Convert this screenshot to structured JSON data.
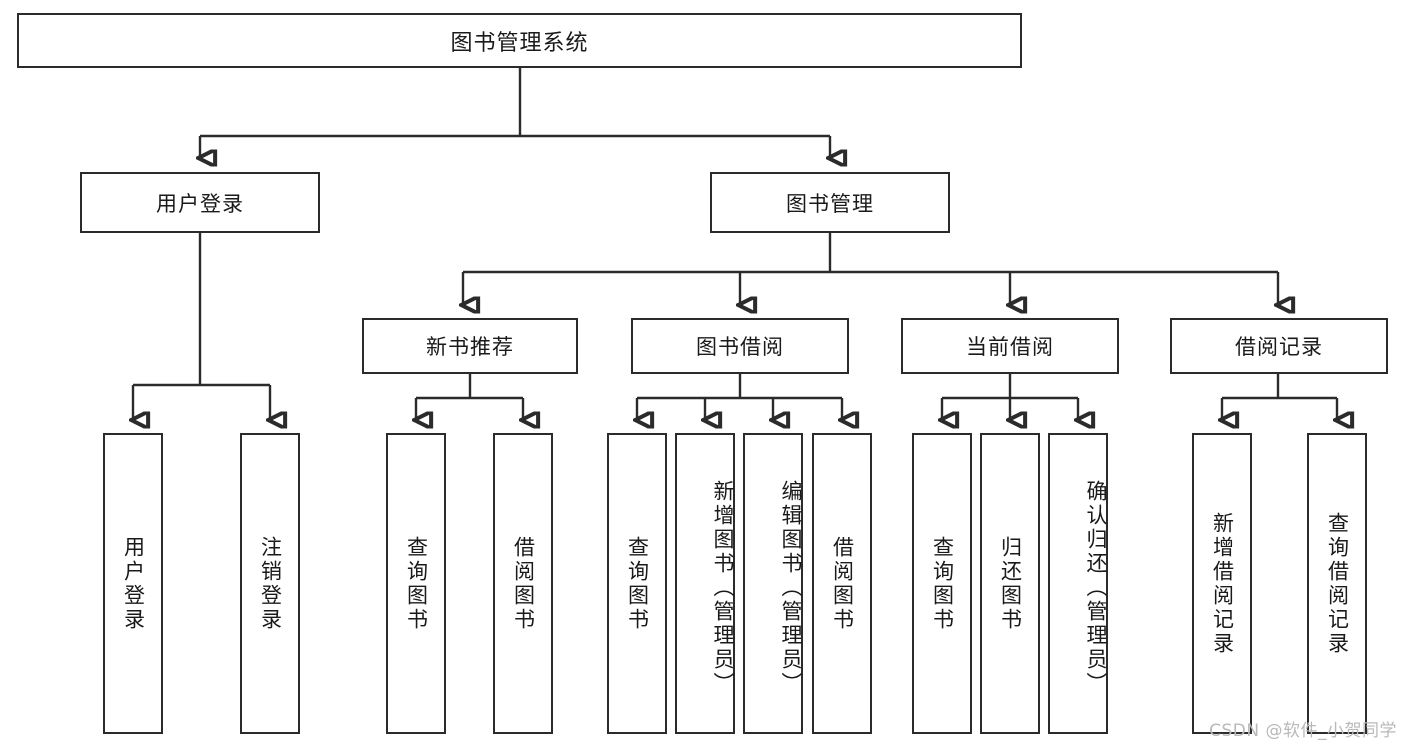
{
  "diagram": {
    "title": "图书管理系统",
    "watermark": "CSDN @软件_小贺同学",
    "line_color": "#2b2b2b",
    "box_fill": "#ffffff",
    "root": {
      "label": "图书管理系统"
    },
    "level2": [
      {
        "label": "用户登录"
      },
      {
        "label": "图书管理"
      }
    ],
    "level3": [
      {
        "label": "新书推荐"
      },
      {
        "label": "图书借阅"
      },
      {
        "label": "当前借阅"
      },
      {
        "label": "借阅记录"
      }
    ],
    "leaves": {
      "user_login": [
        {
          "label": "用户登录"
        },
        {
          "label": "注销登录"
        }
      ],
      "new_book_recommend": [
        {
          "label": "查询图书"
        },
        {
          "label": "借阅图书"
        }
      ],
      "book_borrow": [
        {
          "label": "查询图书"
        },
        {
          "label": "新增图书（管理员）"
        },
        {
          "label": "编辑图书（管理员）"
        },
        {
          "label": "借阅图书"
        }
      ],
      "current_borrow": [
        {
          "label": "查询图书"
        },
        {
          "label": "归还图书"
        },
        {
          "label": "确认归还（管理员）"
        }
      ],
      "borrow_record": [
        {
          "label": "新增借阅记录"
        },
        {
          "label": "查询借阅记录"
        }
      ]
    }
  }
}
